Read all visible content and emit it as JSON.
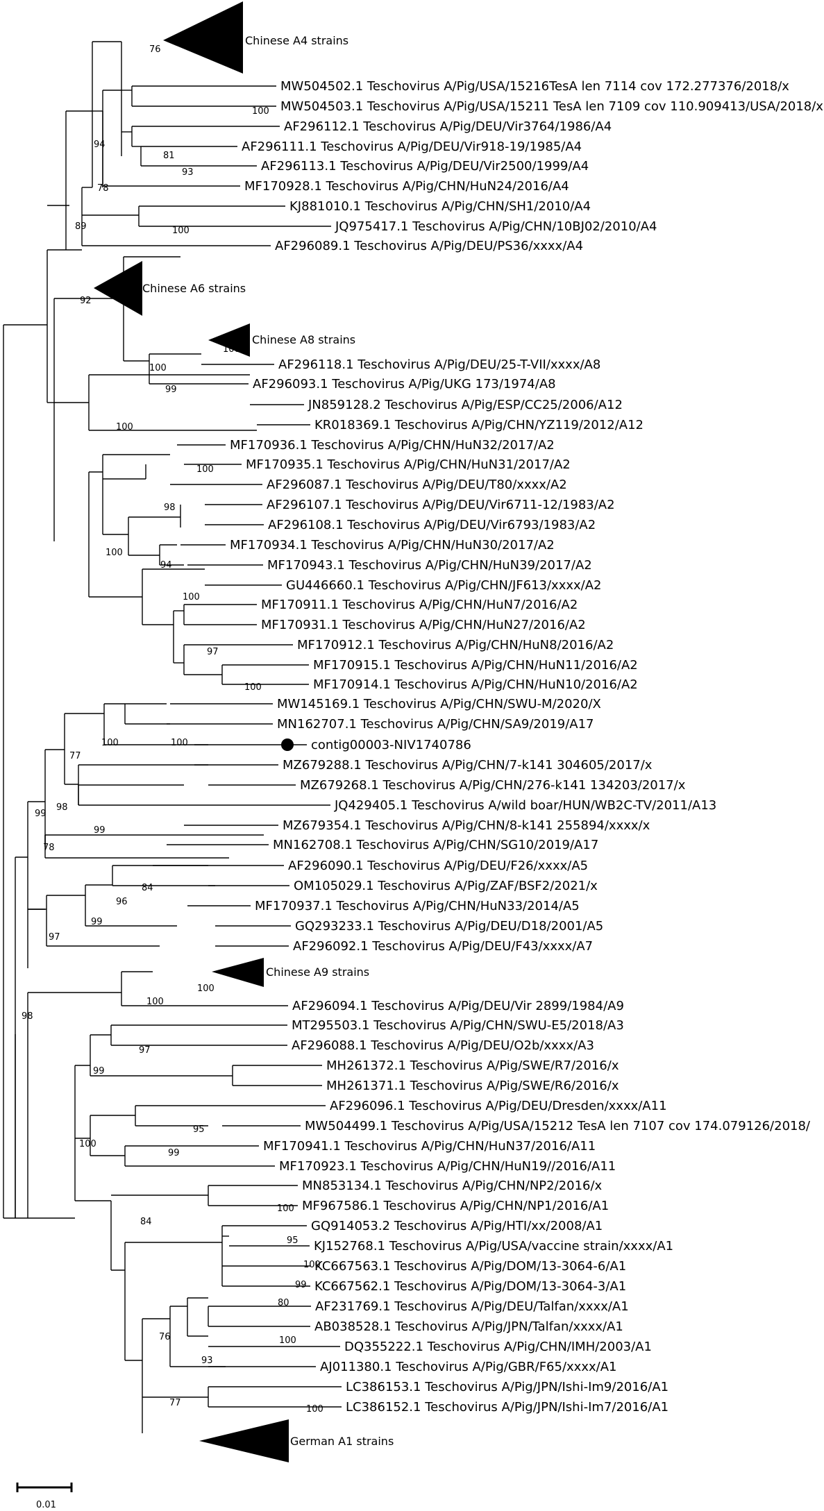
{
  "tips": [
    "MW504502.1 Teschovirus A/Pig/USA/15216TesA len 7114 cov 172.277376/2018/x",
    "MW504503.1 Teschovirus A/Pig/USA/15211 TesA len 7109 cov 110.909413/USA/2018/x",
    "AF296112.1 Teschovirus A/Pig/DEU/Vir3764/1986/A4",
    "AF296111.1 Teschovirus A/Pig/DEU/Vir918-19/1985/A4",
    "AF296113.1 Teschovirus A/Pig/DEU/Vir2500/1999/A4",
    "MF170928.1 Teschovirus A/Pig/CHN/HuN24/2016/A4",
    "KJ881010.1 Teschovirus A/Pig/CHN/SH1/2010/A4",
    "JQ975417.1 Teschovirus A/Pig/CHN/10BJ02/2010/A4",
    "AF296089.1 Teschovirus A/Pig/DEU/PS36/xxxx/A4",
    "AF296118.1 Teschovirus A/Pig/DEU/25-T-VII/xxxx/A8",
    "AF296093.1 Teschovirus A/Pig/UKG 173/1974/A8",
    "JN859128.2 Teschovirus A/Pig/ESP/CC25/2006/A12",
    "KR018369.1 Teschovirus A/Pig/CHN/YZ119/2012/A12",
    "MF170936.1 Teschovirus A/Pig/CHN/HuN32/2017/A2",
    "MF170935.1 Teschovirus A/Pig/CHN/HuN31/2017/A2",
    "AF296087.1 Teschovirus A/Pig/DEU/T80/xxxx/A2",
    "AF296107.1 Teschovirus A/Pig/DEU/Vir6711-12/1983/A2",
    "AF296108.1 Teschovirus A/Pig/DEU/Vir6793/1983/A2",
    "MF170934.1 Teschovirus A/Pig/CHN/HuN30/2017/A2",
    "MF170943.1 Teschovirus A/Pig/CHN/HuN39/2017/A2",
    "GU446660.1 Teschovirus A/Pig/CHN/JF613/xxxx/A2",
    "MF170911.1 Teschovirus A/Pig/CHN/HuN7/2016/A2",
    "MF170931.1 Teschovirus A/Pig/CHN/HuN27/2016/A2",
    "MF170912.1 Teschovirus A/Pig/CHN/HuN8/2016/A2",
    "MF170915.1 Teschovirus A/Pig/CHN/HuN11/2016/A2",
    "MF170914.1 Teschovirus A/Pig/CHN/HuN10/2016/A2",
    "MW145169.1 Teschovirus A/Pig/CHN/SWU-M/2020/X",
    "MN162707.1 Teschovirus A/Pig/CHN/SA9/2019/A17",
    "contig00003-NIV1740786",
    "MZ679288.1 Teschovirus A/Pig/CHN/7-k141 304605/2017/x",
    "MZ679268.1 Teschovirus A/Pig/CHN/276-k141 134203/2017/x",
    "JQ429405.1 Teschovirus A/wild boar/HUN/WB2C-TV/2011/A13",
    "MZ679354.1 Teschovirus A/Pig/CHN/8-k141 255894/xxxx/x",
    "MN162708.1 Teschovirus A/Pig/CHN/SG10/2019/A17",
    "AF296090.1 Teschovirus A/Pig/DEU/F26/xxxx/A5",
    "OM105029.1 Teschovirus A/Pig/ZAF/BSF2/2021/x",
    "MF170937.1 Teschovirus A/Pig/CHN/HuN33/2014/A5",
    "GQ293233.1 Teschovirus A/Pig/DEU/D18/2001/A5",
    "AF296092.1 Teschovirus A/Pig/DEU/F43/xxxx/A7",
    "AF296094.1 Teschovirus A/Pig/DEU/Vir 2899/1984/A9",
    "MT295503.1 Teschovirus A/Pig/CHN/SWU-E5/2018/A3",
    "AF296088.1 Teschovirus A/Pig/DEU/O2b/xxxx/A3",
    "MH261372.1 Teschovirus A/Pig/SWE/R7/2016/x",
    "MH261371.1 Teschovirus A/Pig/SWE/R6/2016/x",
    "AF296096.1 Teschovirus A/Pig/DEU/Dresden/xxxx/A11",
    "MW504499.1 Teschovirus A/Pig/USA/15212 TesA len 7107 cov 174.079126/2018/",
    "MF170941.1 Teschovirus A/Pig/CHN/HuN37/2016/A11",
    "MF170923.1 Teschovirus A/Pig/CHN/HuN19//2016/A11",
    "MN853134.1 Teschovirus A/Pig/CHN/NP2/2016/x",
    "MF967586.1 Teschovirus A/Pig/CHN/NP1/2016/A1",
    "GQ914053.2 Teschovirus A/Pig/HTI/xx/2008/A1",
    "KJ152768.1 Teschovirus A/Pig/USA/vaccine strain/xxxx/A1",
    "KC667563.1 Teschovirus A/Pig/DOM/13-3064-6/A1",
    "KC667562.1 Teschovirus A/Pig/DOM/13-3064-3/A1",
    "AF231769.1 Teschovirus A/Pig/DEU/Talfan/xxxx/A1",
    "AB038528.1 Teschovirus A/Pig/JPN/Talfan/xxxx/A1",
    "DQ355222.1 Teschovirus A/Pig/CHN/IMH/2003/A1",
    "AJ011380.1 Teschovirus A/Pig/GBR/F65/xxxx/A1",
    "LC386153.1 Teschovirus A/Pig/JPN/Ishi-Im9/2016/A1",
    "LC386152.1 Teschovirus A/Pig/JPN/Ishi-Im7/2016/A1"
  ],
  "clades": [
    "Chinese A4 strains",
    "Chinese A6 strains",
    "Chinese A8 strains",
    "Chinese A9 strains",
    "German A1 strains"
  ],
  "bootstrap": [
    "76",
    "100",
    "81",
    "93",
    "94",
    "78",
    "100",
    "89",
    "92",
    "100",
    "100",
    "99",
    "100",
    "100",
    "100",
    "98",
    "94",
    "100",
    "97",
    "100",
    "100",
    "100",
    "77",
    "98",
    "99",
    "99",
    "78",
    "84",
    "96",
    "99",
    "97",
    "100",
    "100",
    "98",
    "97",
    "99",
    "95",
    "99",
    "100",
    "100",
    "95",
    "100",
    "99",
    "84",
    "80",
    "100",
    "93",
    "76",
    "100",
    "77"
  ],
  "scale_label": "0.01",
  "colors": {
    "line": "#000000",
    "text": "#000000",
    "background": "#ffffff"
  }
}
